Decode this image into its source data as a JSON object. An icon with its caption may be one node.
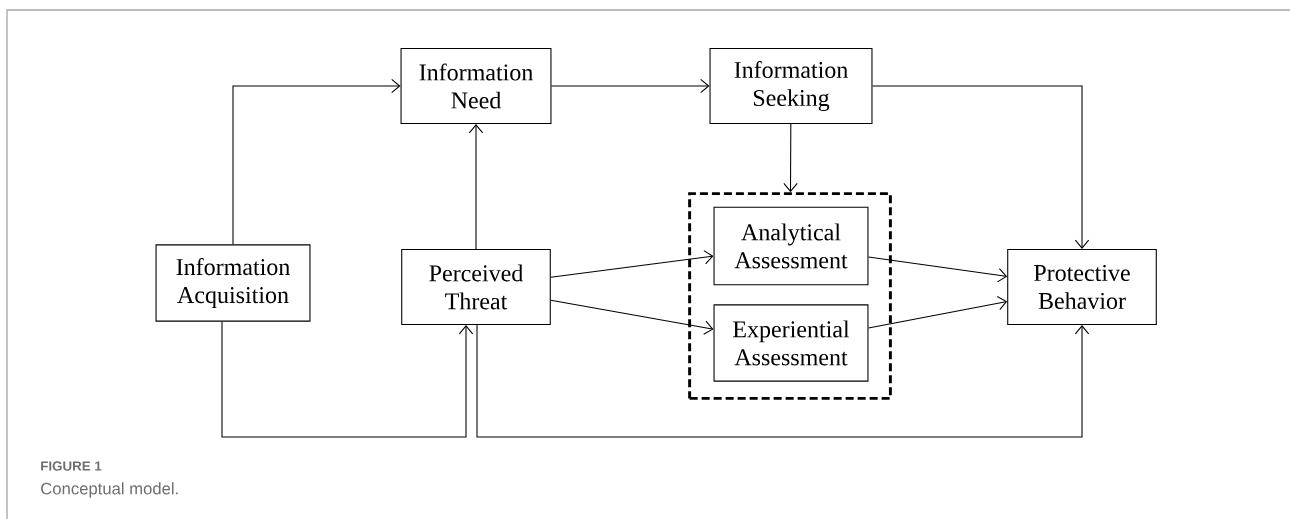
{
  "diagram": {
    "caption": "Conceptual model.",
    "nodes": [
      {
        "text": [
          "Information Need"
        ]
      },
      {
        "text": [
          "Information Seeking"
        ]
      },
      {
        "text": [
          "Information Acquisition"
        ]
      },
      {
        "text": [
          "Perceived Threat"
        ]
      },
      {
        "text": [],
        "shape": "box"
      },
      {
        "text": [
          "Analytical Assessment"
        ],
        "in": 4
      },
      {
        "text": [
          "Experiential Assessment"
        ],
        "in": 4
      },
      {
        "text": [
          "Protective Behavior"
        ]
      }
    ],
    "edges": [
      {
        "from": 2,
        "to": 0,
        "arrow": "to"
      },
      {
        "from": 0,
        "to": 1,
        "arrow": "to"
      },
      {
        "from": 1,
        "to": 7,
        "arrow": "to"
      },
      {
        "from": 1,
        "to": 4,
        "arrow": "to"
      },
      {
        "from": 3,
        "to": 0,
        "arrow": "to"
      },
      {
        "from": 3,
        "to": 5,
        "arrow": "to"
      },
      {
        "from": 3,
        "to": 6,
        "arrow": "to"
      },
      {
        "from": 5,
        "to": 7,
        "arrow": "to"
      },
      {
        "from": 6,
        "to": 7,
        "arrow": "to"
      },
      {
        "from": 2,
        "to": 3,
        "arrow": "to"
      },
      {
        "from": 3,
        "to": 7,
        "arrow": "to"
      }
    ],
    "labels": [
      "FIGURE 1"
    ]
  }
}
